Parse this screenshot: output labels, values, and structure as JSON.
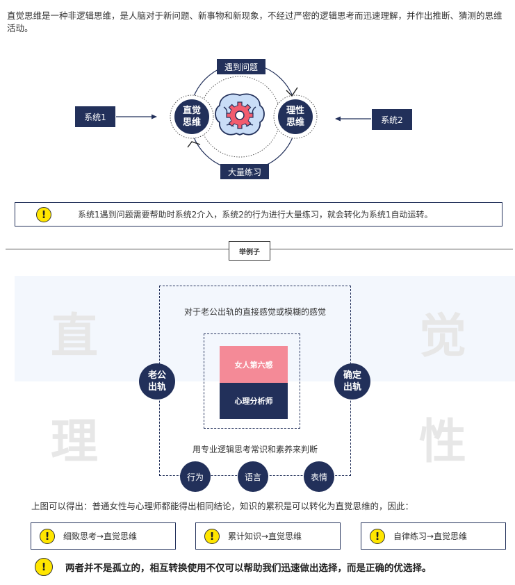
{
  "intro": "直觉思维是一种非逻辑思维，是人脑对于新问题、新事物和新现象，不经过严密的逻辑思考而迅速理解，并作出推断、猜测的思维活动。",
  "cycle": {
    "top_label": "遇到问题",
    "bottom_label": "大量练习",
    "left_circle": "直觉\n思维",
    "right_circle": "理性\n思维",
    "system1": "系统1",
    "system2": "系统2"
  },
  "tip": "系统1遇到问题需要帮助时系统2介入，系统2的行为进行大量练习，就会转化为系统1自动运转。",
  "example_label": "举例子",
  "example": {
    "bg_chars": [
      "直",
      "觉",
      "理",
      "性"
    ],
    "top_text": "对于老公出轨的直接感觉或模糊的感觉",
    "bottom_text": "用专业逻辑思考常识和素养来判断",
    "inner_top": "女人第六感",
    "inner_bottom": "心理分析师",
    "left_circle": "老公\n出轨",
    "right_circle": "确定\n出轨",
    "bottom_circles": [
      "行为",
      "语言",
      "表情"
    ],
    "accent_pink": "#f48a97"
  },
  "conclusion": "上图可以得出：普通女性与心理师都能得出相同结论，知识的累积是可以转化为直觉思维的，因此：",
  "tips3": [
    "细致思考→直觉思维",
    "累计知识→直觉思维",
    "自律练习→直觉思维"
  ],
  "final_note": "两者并不是孤立的，相互转换使用不仅可以帮助我们迅速做出选择，而是正确的优选择。",
  "icons": {
    "warning": "!"
  },
  "colors": {
    "navy": "#22305a",
    "yellow": "#ffe600",
    "light_bg": "#f3f7fd"
  }
}
